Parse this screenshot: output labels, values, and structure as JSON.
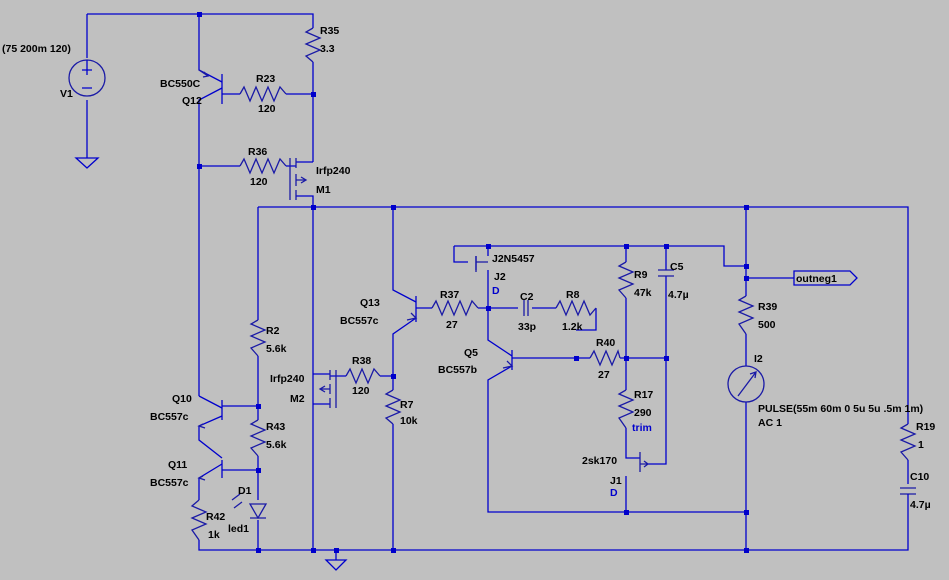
{
  "components": {
    "V1": {
      "name": "V1",
      "value": "(75 200m 120)"
    },
    "Q12": {
      "name": "Q12",
      "model": "BC550C"
    },
    "R35": {
      "name": "R35",
      "value": "3.3"
    },
    "R23": {
      "name": "R23",
      "value": "120"
    },
    "R36": {
      "name": "R36",
      "value": "120"
    },
    "M1": {
      "name": "M1",
      "model": "Irfp240"
    },
    "M2": {
      "name": "M2",
      "model": "Irfp240"
    },
    "R2": {
      "name": "R2",
      "value": "5.6k"
    },
    "Q10": {
      "name": "Q10",
      "model": "BC557c"
    },
    "R43": {
      "name": "R43",
      "value": "5.6k"
    },
    "Q11": {
      "name": "Q11",
      "model": "BC557c"
    },
    "R42": {
      "name": "R42",
      "value": "1k"
    },
    "D1": {
      "name": "D1",
      "model": "led1"
    },
    "R38": {
      "name": "R38",
      "value": "120"
    },
    "Q13": {
      "name": "Q13",
      "model": "BC557c"
    },
    "R7": {
      "name": "R7",
      "value": "10k"
    },
    "R37": {
      "name": "R37",
      "value": "27"
    },
    "J2": {
      "name": "J2",
      "model": "J2N5457",
      "pin": "D"
    },
    "C2": {
      "name": "C2",
      "value": "33p"
    },
    "R8": {
      "name": "R8",
      "value": "1.2k"
    },
    "Q5": {
      "name": "Q5",
      "model": "BC557b"
    },
    "R40": {
      "name": "R40",
      "value": "27"
    },
    "R9": {
      "name": "R9",
      "value": "47k"
    },
    "C5": {
      "name": "C5",
      "value": "4.7µ"
    },
    "R17": {
      "name": "R17",
      "value": "290",
      "note": "trim"
    },
    "J1": {
      "name": "J1",
      "model": "2sk170",
      "pin": "D"
    },
    "R39": {
      "name": "R39",
      "value": "500"
    },
    "I2": {
      "name": "I2",
      "value": "PULSE(55m 60m 0 5u 5u .5m 1m)",
      "ac": "AC 1"
    },
    "R19": {
      "name": "R19",
      "value": "1"
    },
    "C10": {
      "name": "C10",
      "value": "4.7µ"
    }
  },
  "net_label": "outneg1",
  "colors": {
    "background": "#c0c0c0",
    "wire": "#0000cc",
    "text": "#000000"
  }
}
